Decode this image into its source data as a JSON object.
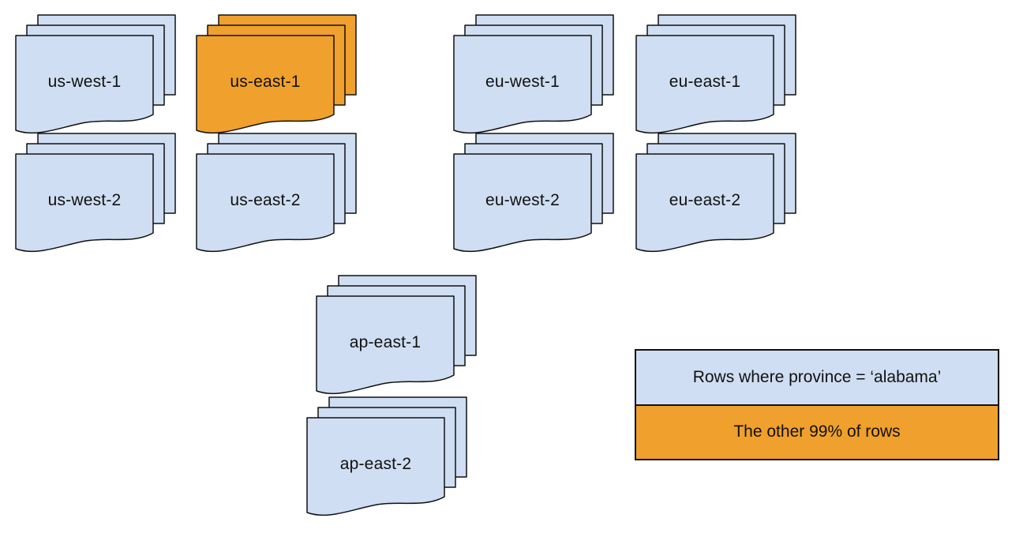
{
  "colors": {
    "region_fill": "#CFDEF2",
    "highlight_fill": "#F0A02C",
    "outline": "#111111",
    "background": "#FFFFFF",
    "text": "#111111"
  },
  "regions": [
    {
      "label": "us-west-1",
      "highlighted": false
    },
    {
      "label": "us-east-1",
      "highlighted": true
    },
    {
      "label": "eu-west-1",
      "highlighted": false
    },
    {
      "label": "eu-east-1",
      "highlighted": false
    },
    {
      "label": "us-west-2",
      "highlighted": false
    },
    {
      "label": "us-east-2",
      "highlighted": false
    },
    {
      "label": "eu-west-2",
      "highlighted": false
    },
    {
      "label": "eu-east-2",
      "highlighted": false
    },
    {
      "label": "ap-east-1",
      "highlighted": false
    },
    {
      "label": "ap-east-2",
      "highlighted": false
    }
  ],
  "legend": {
    "items": [
      {
        "label": "Rows where province = ‘alabama’",
        "swatch": "blue"
      },
      {
        "label": "The other 99% of rows",
        "swatch": "orange"
      }
    ]
  }
}
